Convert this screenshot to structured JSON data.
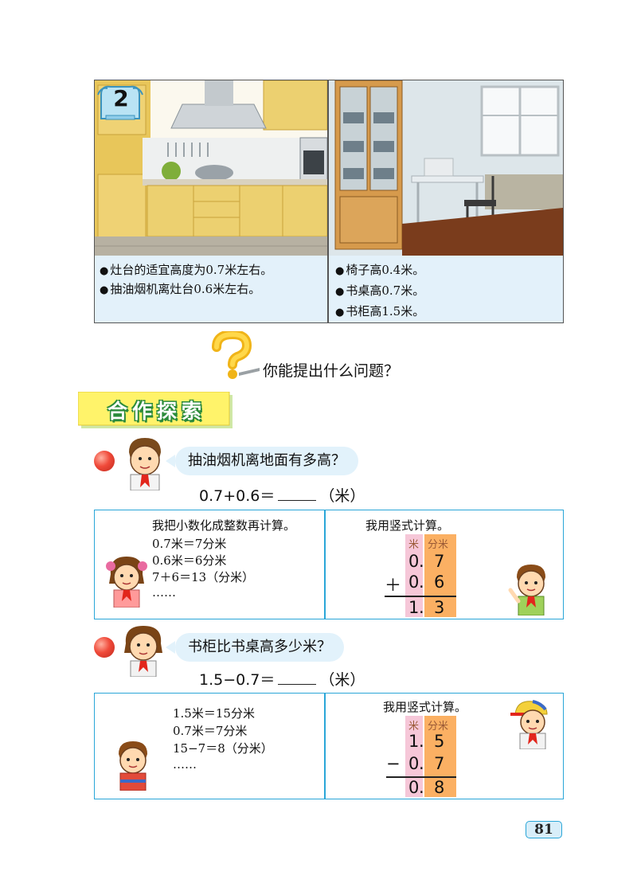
{
  "problem_number": "2",
  "kitchen": {
    "facts": [
      "灶台的适宜高度为0.7米左右。",
      "抽油烟机离灶台0.6米左右。"
    ]
  },
  "bedroom": {
    "facts": [
      "椅子高0.4米。",
      "书桌高0.7米。",
      "书柜高1.5米。"
    ]
  },
  "bullet": "●",
  "prompt_question": "你能提出什么问题？",
  "section_title": "合作探索",
  "part1": {
    "question": "抽油烟机离地面有多高？",
    "equation": "0.7+0.6＝",
    "unit": "（米）",
    "girl_method_title": "我把小数化成整数再计算。",
    "girl_steps": [
      "0.7米＝7分米",
      "0.6米＝6分米",
      "7＋6＝13（分米）",
      "……"
    ],
    "boy_method_title": "我用竖式计算。",
    "calc": {
      "header_int": "米",
      "header_dec": "分米",
      "rows": [
        {
          "op": "",
          "int": "0",
          "dec": "7"
        },
        {
          "op": "＋",
          "int": "0",
          "dec": "6"
        }
      ],
      "result": {
        "int": "1",
        "dec": "3"
      },
      "point": "."
    }
  },
  "part2": {
    "question": "书柜比书桌高多少米？",
    "equation": "1.5−0.7＝",
    "unit": "（米）",
    "steps": [
      "1.5米＝15分米",
      "0.7米＝7分米",
      "15−7＝8（分米）",
      "……"
    ],
    "method_title": "我用竖式计算。",
    "calc": {
      "header_int": "米",
      "header_dec": "分米",
      "rows": [
        {
          "op": "",
          "int": "1",
          "dec": "5"
        },
        {
          "op": "−",
          "int": "0",
          "dec": "7"
        }
      ],
      "result": {
        "int": "0",
        "dec": "8"
      },
      "point": "."
    }
  },
  "page_number": "81",
  "colors": {
    "accent_blue": "#2aa6d8",
    "bubble_bg": "#e2f2fb",
    "calc_pink": "#f6c7d8",
    "calc_orange": "#fbb063",
    "banner_green": "#2a8a3a"
  }
}
